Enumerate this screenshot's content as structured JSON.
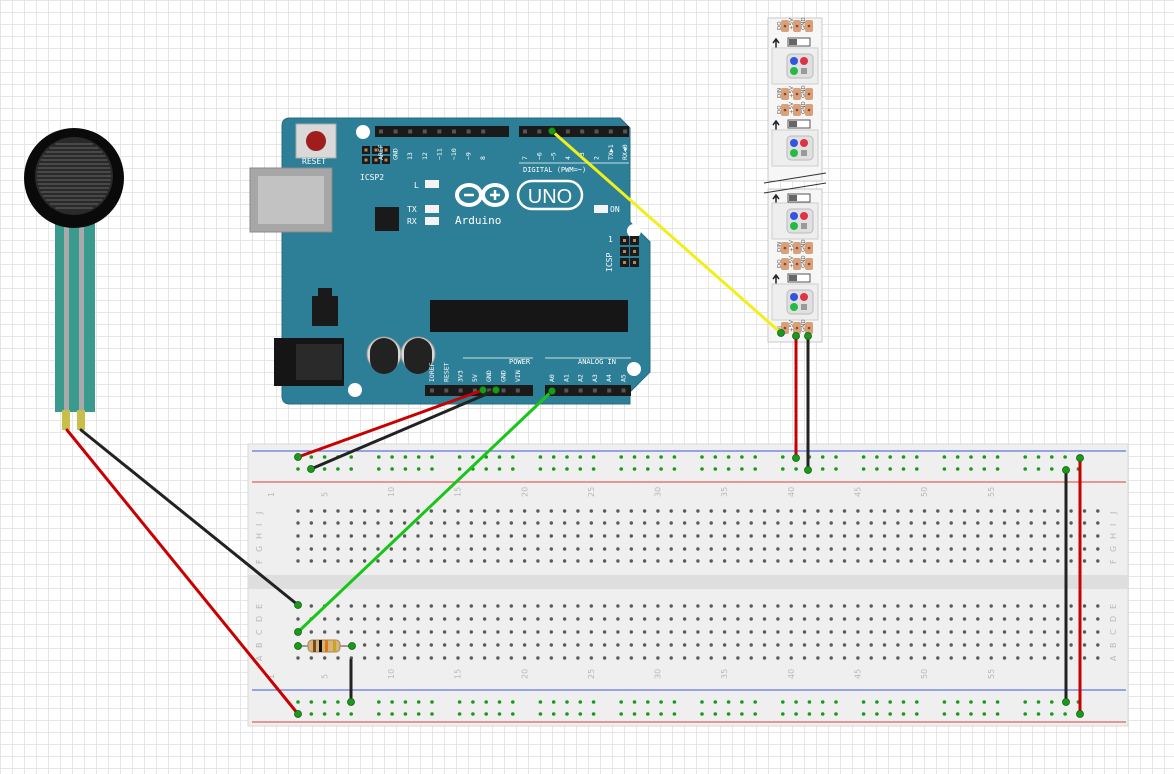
{
  "arduino": {
    "brand": "Arduino",
    "model": "UNO",
    "labels": {
      "reset": "RESET",
      "icsp2": "ICSP2",
      "icsp": "ICSP",
      "icsp_pin": "1",
      "led_l": "L",
      "led_tx": "TX",
      "led_rx": "RX",
      "on": "ON",
      "digital": "DIGITAL (PWM=~)",
      "power": "POWER",
      "analog_in": "ANALOG IN"
    },
    "digital_pins_left": [
      "AREF",
      "GND",
      "13",
      "12",
      "~11",
      "~10",
      "~9",
      "8"
    ],
    "digital_pins_right": [
      "7",
      "~6",
      "~5",
      "4",
      "~3",
      "2",
      "TX▶1",
      "RX◀0"
    ],
    "power_pins": [
      "IOREF",
      "RESET",
      "3V3",
      "5V",
      "GND",
      "GND",
      "VIN"
    ],
    "analog_pins": [
      "A0",
      "A1",
      "A2",
      "A3",
      "A4",
      "A5"
    ]
  },
  "led_strip": {
    "pins_in": [
      "DI",
      "+5V",
      "GND"
    ],
    "pins_out": [
      "DO",
      "+5V",
      "GND"
    ],
    "pins_din": [
      "DIN",
      "+5V",
      "GND"
    ]
  },
  "breadboard": {
    "column_numbers": [
      "1",
      "5",
      "10",
      "15",
      "20",
      "25",
      "30",
      "35",
      "40",
      "45",
      "50",
      "55"
    ],
    "rows_top": [
      "J",
      "I",
      "H",
      "G",
      "F"
    ],
    "rows_bottom": [
      "E",
      "D",
      "C",
      "B",
      "A"
    ]
  },
  "wire_colors": {
    "red": "#c80000",
    "black": "#222222",
    "green": "#19c519",
    "yellow": "#f2ee1a"
  },
  "colors": {
    "arduino_board": "#2d7f98",
    "breadboard": "#efefef",
    "rail_blue": "#3f58d6",
    "rail_red": "#dd3c3c",
    "hole_green": "#1a9a1a"
  }
}
